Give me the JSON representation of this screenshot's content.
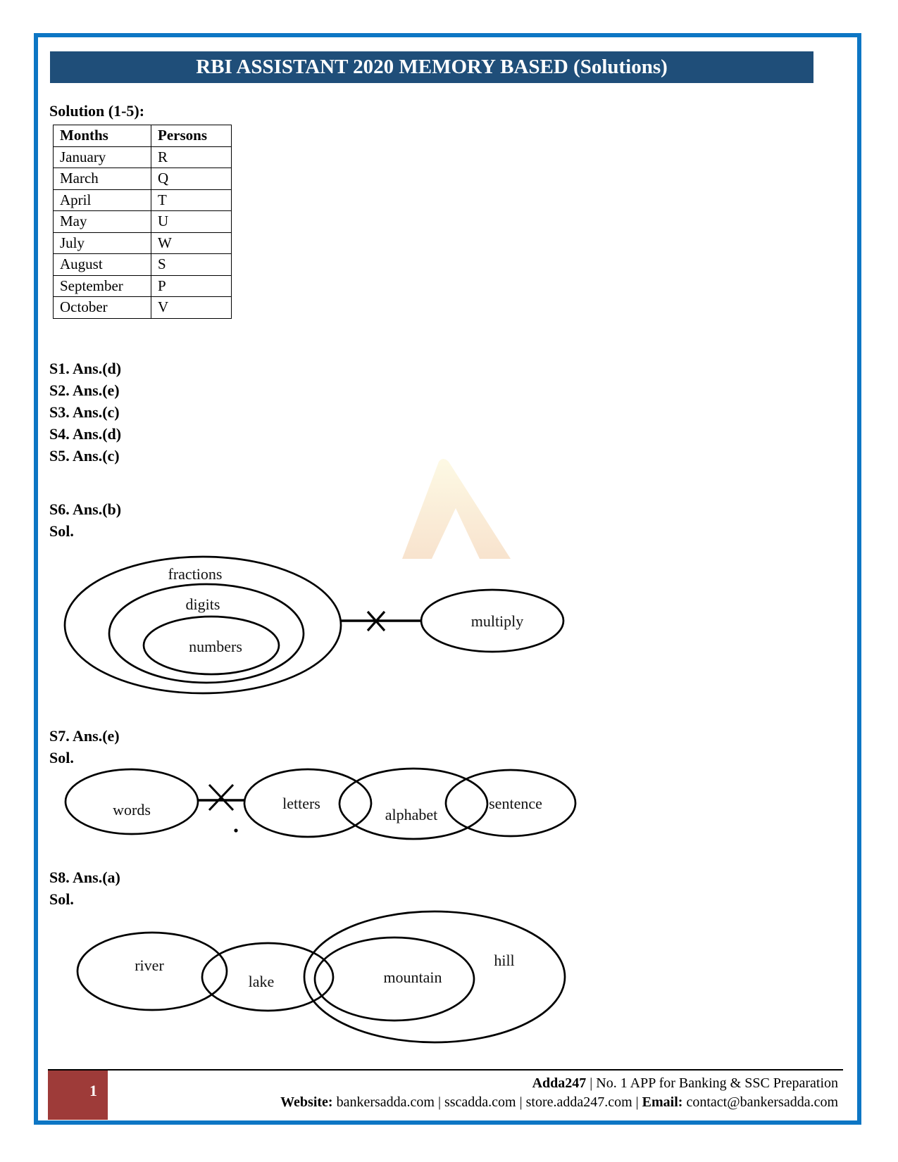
{
  "header": {
    "title": "RBI ASSISTANT 2020 MEMORY BASED (Solutions)"
  },
  "solution_heading": "Solution (1-5):",
  "solution_table": {
    "headers": [
      "Months",
      "Persons"
    ],
    "rows": [
      [
        "January",
        "R"
      ],
      [
        "March",
        "Q"
      ],
      [
        "April",
        "T"
      ],
      [
        "May",
        "U"
      ],
      [
        "July",
        "W"
      ],
      [
        "August",
        "S"
      ],
      [
        "September",
        "P"
      ],
      [
        "October",
        "V"
      ]
    ]
  },
  "answers": [
    "S1. Ans.(d)",
    "S2. Ans.(e)",
    "S3. Ans.(c)",
    "S4. Ans.(d)",
    "S5. Ans.(c)"
  ],
  "s6": {
    "answer": "S6. Ans.(b)",
    "sol": "Sol.",
    "labels": {
      "outer": "fractions",
      "middle": "digits",
      "inner": "numbers",
      "separate": "multiply"
    }
  },
  "s7": {
    "answer": "S7. Ans.(e)",
    "sol": "Sol.",
    "labels": {
      "first": "words",
      "second": "letters",
      "third": "alphabet",
      "fourth": "sentence"
    }
  },
  "s8": {
    "answer": "S8. Ans.(a)",
    "sol": "Sol.",
    "labels": {
      "first": "river",
      "second": "lake",
      "inner": "mountain",
      "outer": "hill"
    }
  },
  "footer": {
    "page_number": "1",
    "brand": "Adda247",
    "tagline": " | No. 1 APP for Banking & SSC Preparation",
    "website_label": "Website:",
    "websites": " bankersadda.com | sscadda.com | store.adda247.com | ",
    "email_label": "Email:",
    "email": " contact@bankersadda.com"
  },
  "colors": {
    "page_border": "#0d76c4",
    "header_bg": "#1f4e79",
    "page_number_bg": "#9e3b39",
    "watermark_top": "#fdf9e4",
    "watermark_bottom": "#f8e3ce"
  }
}
